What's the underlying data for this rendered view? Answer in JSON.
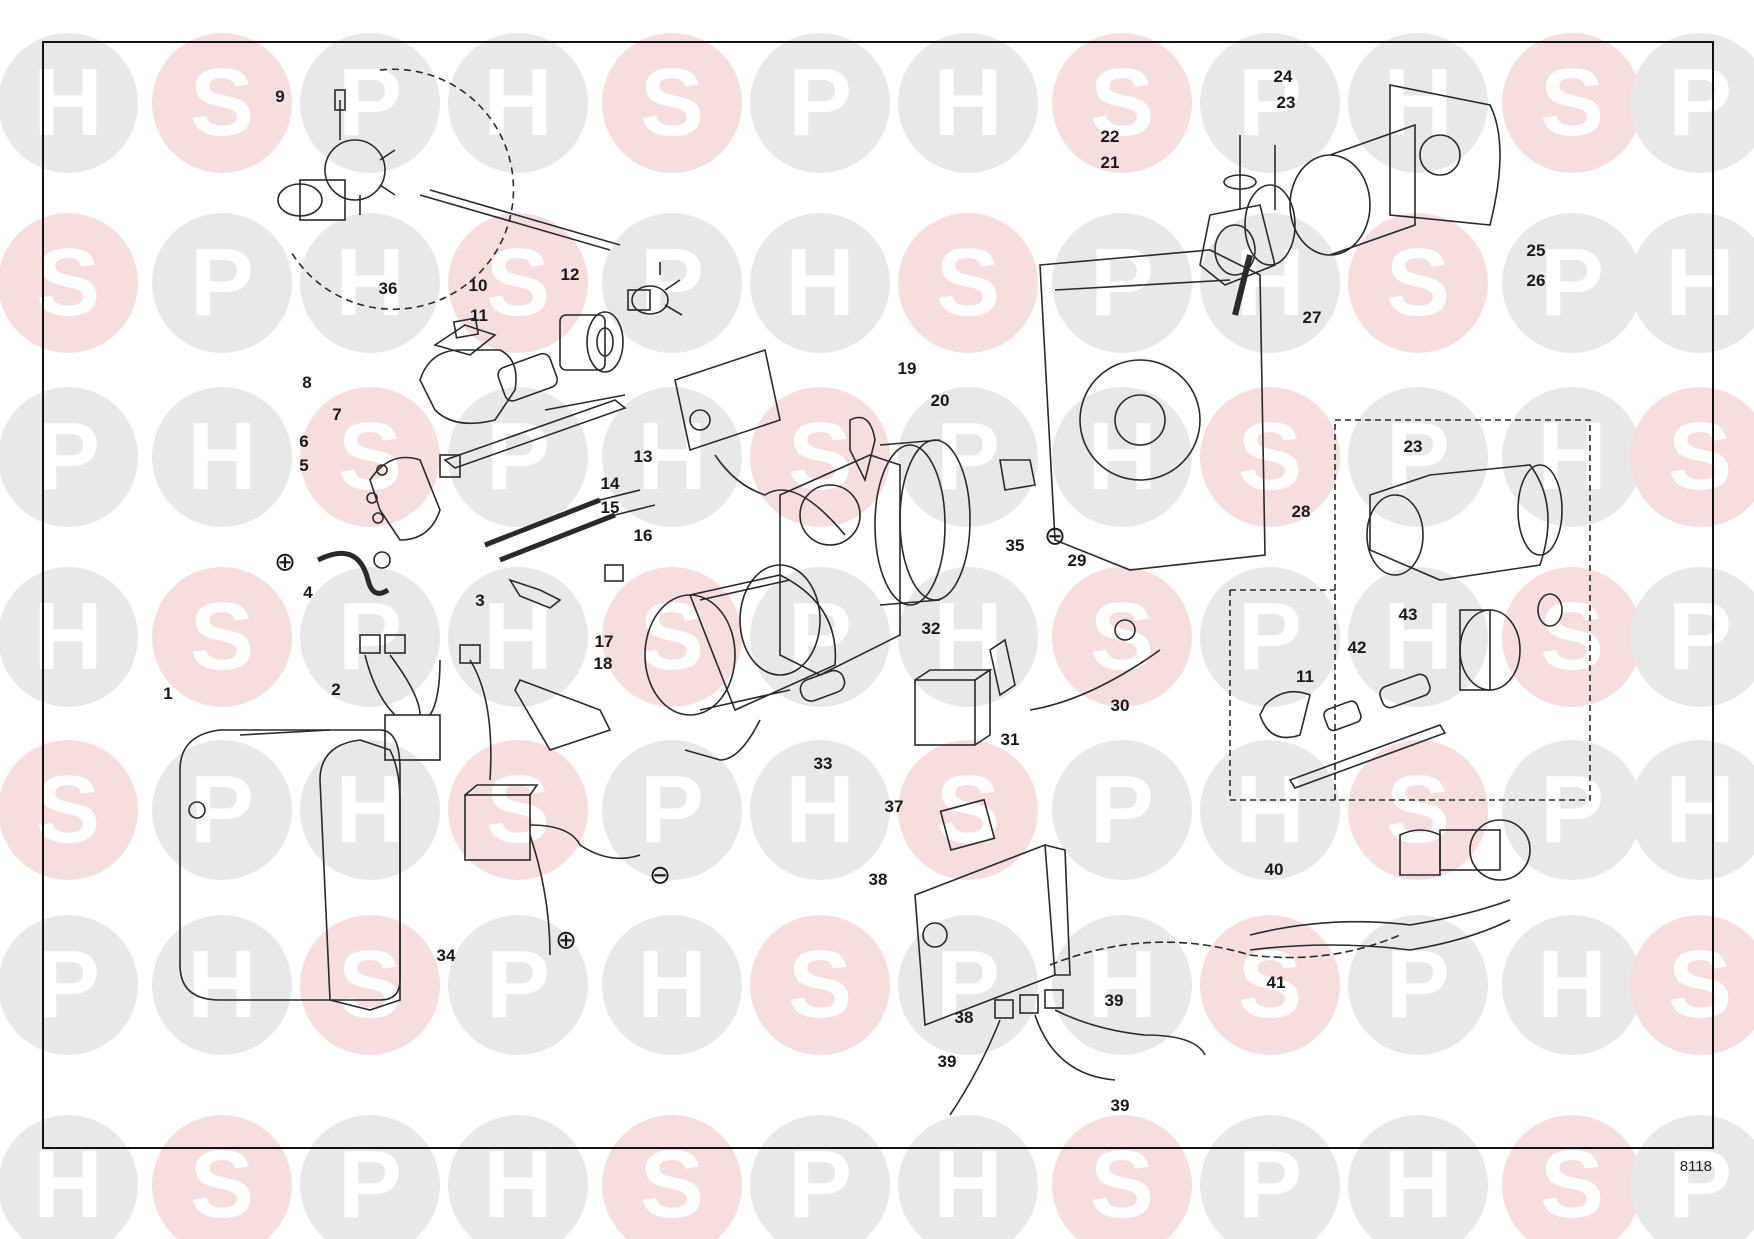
{
  "watermark": {
    "letters": [
      "H",
      "S",
      "P"
    ],
    "circle_colors": [
      "#e8e8e8",
      "#f6dede"
    ]
  },
  "figure_number": "8118",
  "symbols": {
    "plus": "⊕",
    "minus": "⊖"
  },
  "callouts": [
    {
      "id": "c9",
      "label": "9"
    },
    {
      "id": "c36",
      "label": "36"
    },
    {
      "id": "c10",
      "label": "10"
    },
    {
      "id": "c11a",
      "label": "11"
    },
    {
      "id": "c12",
      "label": "12"
    },
    {
      "id": "c8",
      "label": "8"
    },
    {
      "id": "c7",
      "label": "7"
    },
    {
      "id": "c6",
      "label": "6"
    },
    {
      "id": "c5",
      "label": "5"
    },
    {
      "id": "c4",
      "label": "4"
    },
    {
      "id": "c13",
      "label": "13"
    },
    {
      "id": "c14",
      "label": "14"
    },
    {
      "id": "c15",
      "label": "15"
    },
    {
      "id": "c16",
      "label": "16"
    },
    {
      "id": "c17",
      "label": "17"
    },
    {
      "id": "c18",
      "label": "18"
    },
    {
      "id": "c3",
      "label": "3"
    },
    {
      "id": "c2",
      "label": "2"
    },
    {
      "id": "c1",
      "label": "1"
    },
    {
      "id": "c34",
      "label": "34"
    },
    {
      "id": "c19",
      "label": "19"
    },
    {
      "id": "c20",
      "label": "20"
    },
    {
      "id": "c32",
      "label": "32"
    },
    {
      "id": "c33",
      "label": "33"
    },
    {
      "id": "c31",
      "label": "31"
    },
    {
      "id": "c30",
      "label": "30"
    },
    {
      "id": "c22",
      "label": "22"
    },
    {
      "id": "c21",
      "label": "21"
    },
    {
      "id": "c24",
      "label": "24"
    },
    {
      "id": "c23a",
      "label": "23"
    },
    {
      "id": "c25",
      "label": "25"
    },
    {
      "id": "c26",
      "label": "26"
    },
    {
      "id": "c27",
      "label": "27"
    },
    {
      "id": "c28",
      "label": "28"
    },
    {
      "id": "c29",
      "label": "29"
    },
    {
      "id": "c35",
      "label": "35"
    },
    {
      "id": "c23b",
      "label": "23"
    },
    {
      "id": "c43",
      "label": "43"
    },
    {
      "id": "c42",
      "label": "42"
    },
    {
      "id": "c11b",
      "label": "11"
    },
    {
      "id": "c37",
      "label": "37"
    },
    {
      "id": "c38a",
      "label": "38"
    },
    {
      "id": "c40",
      "label": "40"
    },
    {
      "id": "c41",
      "label": "41"
    },
    {
      "id": "c39a",
      "label": "39"
    },
    {
      "id": "c38b",
      "label": "38"
    },
    {
      "id": "c39b",
      "label": "39"
    },
    {
      "id": "c39c",
      "label": "39"
    }
  ]
}
